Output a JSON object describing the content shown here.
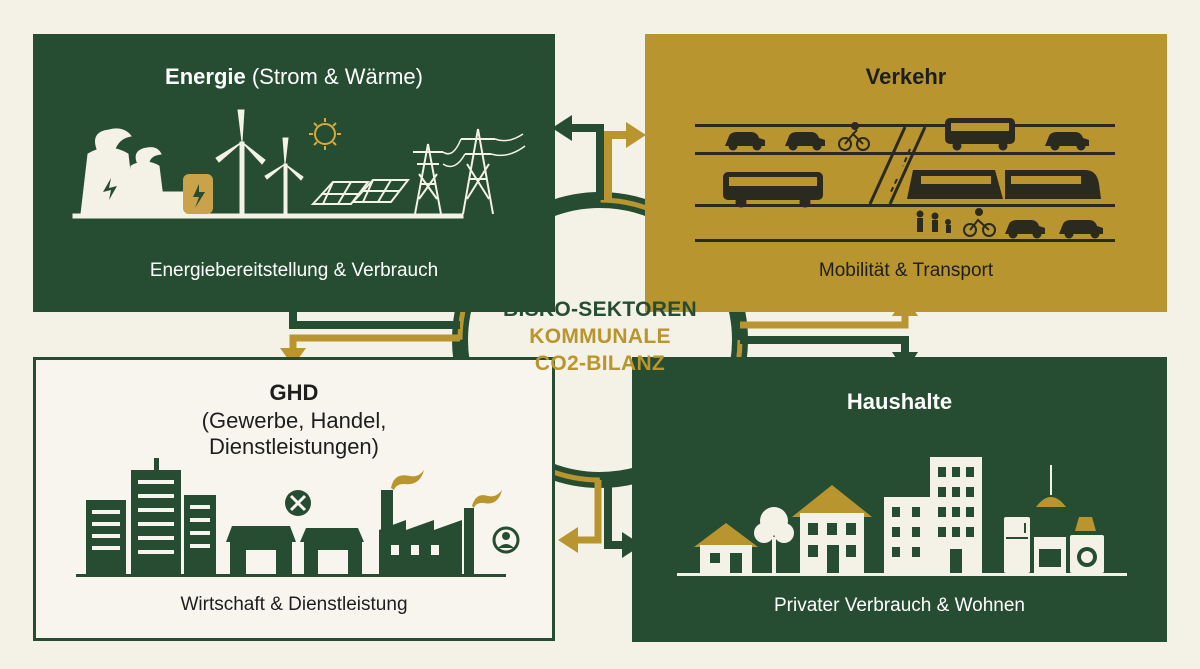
{
  "center": {
    "line1": "BISKO-SEKTOREN",
    "line2": "KOMMUNALE",
    "line3": "CO2-BILANZ"
  },
  "sectors": {
    "energie": {
      "title_bold": "Energie",
      "title_rest": " (Strom & Wärme)",
      "subtitle": "Energiebereitstellung & Verbrauch"
    },
    "verkehr": {
      "title": "Verkehr",
      "subtitle": "Mobilität & Transport"
    },
    "ghd": {
      "title": "GHD",
      "title_line2": "(Gewerbe, Handel,",
      "title_line3": "Dienstleistungen)",
      "subtitle": "Wirtschaft & Dienstleistung"
    },
    "haushalte": {
      "title": "Haushalte",
      "subtitle": "Privater Verbrauch & Wohnen"
    }
  },
  "colors": {
    "dark_green": "#264d31",
    "gold": "#b8952e",
    "background": "#f4f1e6"
  }
}
